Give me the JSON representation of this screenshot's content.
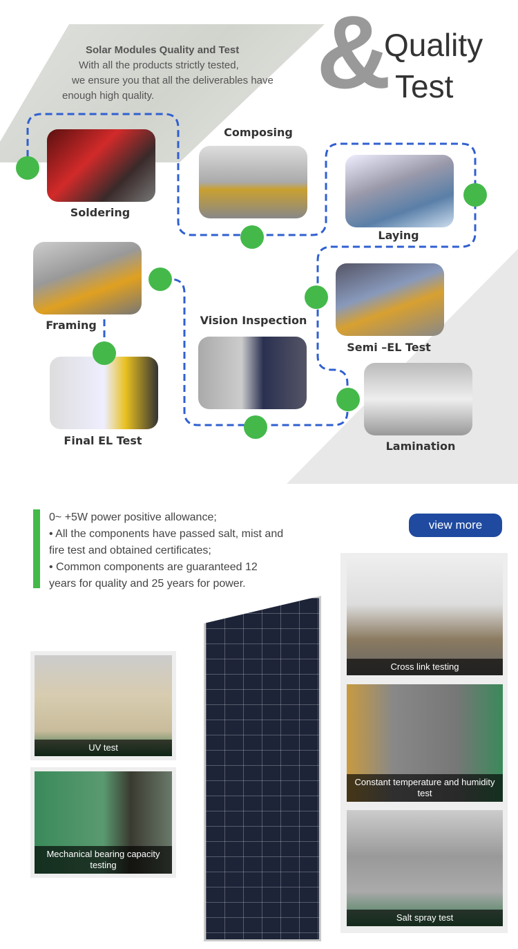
{
  "header": {
    "intro_title": "Solar Modules Quality and Test",
    "intro_lines": [
      "With all the products strictly tested,",
      "we ensure you that all the deliverables have",
      "enough high quality."
    ],
    "ampersand": "&",
    "title_line1": "Quality",
    "title_line2": "Test"
  },
  "process": {
    "steps": [
      "Soldering",
      "Composing",
      "Laying",
      "Framing",
      "Semi –EL Test",
      "Vision Inspection",
      "Final EL Test",
      "Lamination"
    ]
  },
  "features": {
    "lines": [
      "0~ +5W power positive allowance;",
      "• All the components have passed salt, mist and",
      "fire test and obtained certificates;",
      "• Common components are guaranteed 12",
      "years for quality and 25 years for power."
    ],
    "button": "view more"
  },
  "tests": {
    "uv": "UV test",
    "mechanical": "Mechanical bearing capacity testing",
    "crosslink": "Cross link testing",
    "temperature": "Constant temperature and humidity test",
    "salt": "Salt spray test"
  },
  "colors": {
    "green": "#44b94a",
    "blue": "#1f4aa0",
    "dash": "#2f5fd0"
  }
}
